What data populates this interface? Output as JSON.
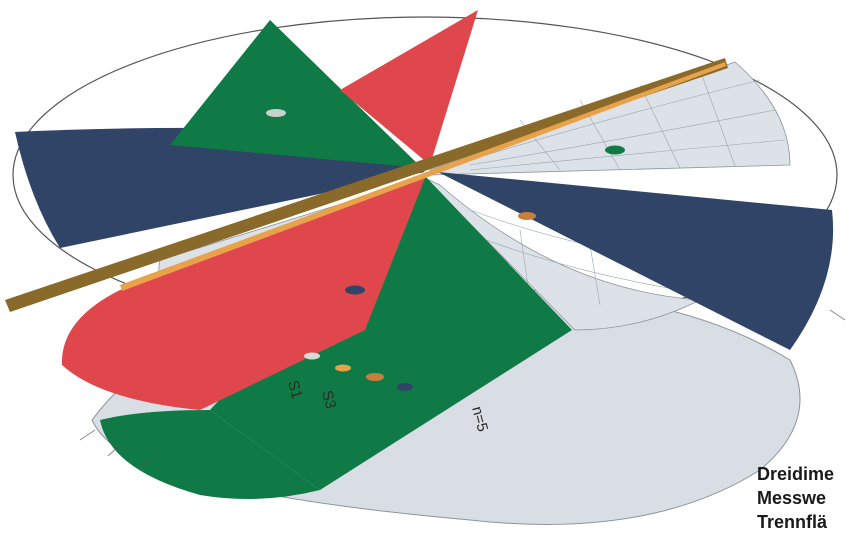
{
  "figure": {
    "caption_lines": [
      "Dreidime",
      "Messwe",
      "Trennflä"
    ],
    "axis_labels": {
      "s1": "S1",
      "s3": "S3",
      "n5": "n=5"
    },
    "colors": {
      "green": "#0f7a45",
      "red": "#e0474c",
      "navy": "#2f4467",
      "light": "#d9dee4",
      "rod": "#8a6a2a",
      "rod_highlight": "#e8a24a",
      "net": "#9aa3ad"
    }
  }
}
